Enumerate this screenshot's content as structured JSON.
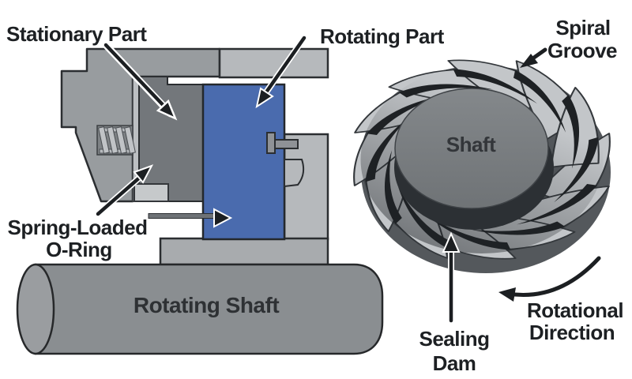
{
  "diagram": {
    "title_hint": "Spiral groove mechanical seal diagram",
    "labels": {
      "stationary_part": "Stationary Part",
      "rotating_part": "Rotating Part",
      "spiral_groove": {
        "line1": "Spiral",
        "line2": "Groove"
      },
      "shaft": "Shaft",
      "spring_loaded_oring": {
        "line1": "Spring-Loaded",
        "line2": "O-Ring"
      },
      "rotating_shaft": "Rotating Shaft",
      "sealing_dam": {
        "line1": "Sealing",
        "line2": "Dam"
      },
      "rotational_direction": {
        "line1": "Rotational",
        "line2": "Direction"
      }
    },
    "colors": {
      "rotating_part_blue": "#4a6bae",
      "housing_gray": "#989c9f",
      "seal_face_dark_gray": "#73777b",
      "light_gray_parts": "#b6b9bc",
      "shaft_gray": "#8a8e91",
      "spiral_face_light": "#c3c6c9",
      "groove_black": "#1e2124",
      "outline": "#2b2e31",
      "label_text": "#1d2023"
    }
  }
}
